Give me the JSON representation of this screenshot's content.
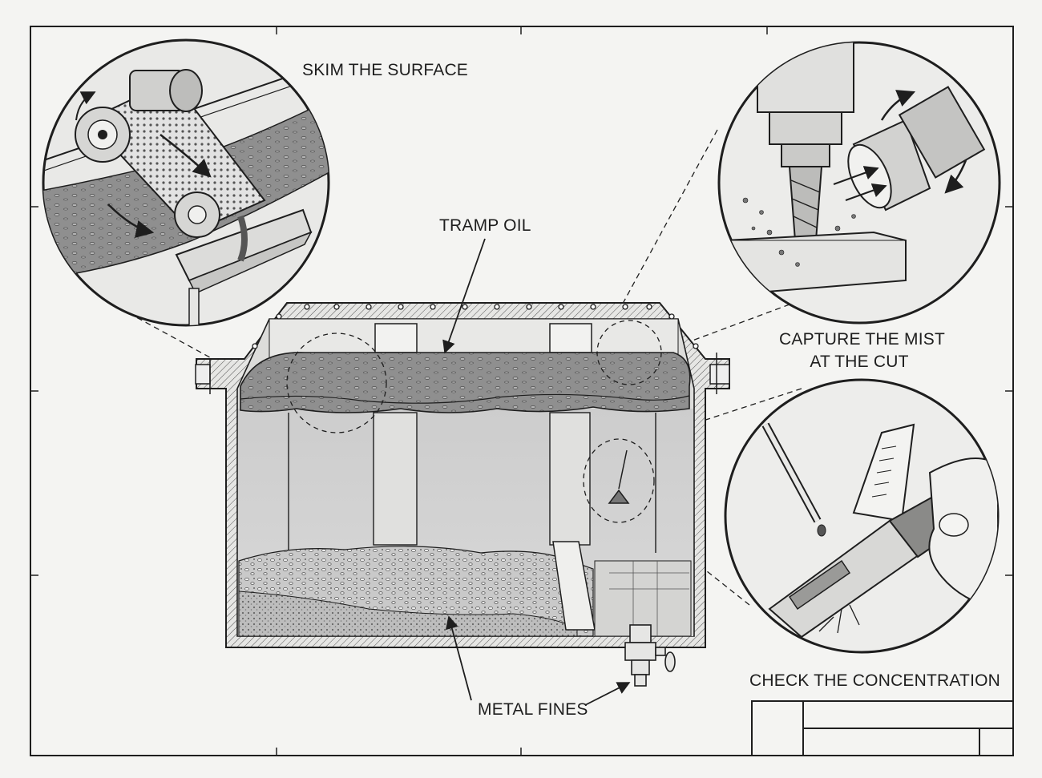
{
  "labels": {
    "skim_surface": "SKIM THE SURFACE",
    "tramp_oil": "TRAMP OIL",
    "capture_mist_line1": "CAPTURE THE MIST",
    "capture_mist_line2": "AT THE CUT",
    "check_concentration": "CHECK THE CONCENTRATION",
    "metal_fines": "METAL FINES"
  },
  "callouts": [
    "skimmer-belt-detail",
    "mist-collector-detail",
    "refractometer-detail"
  ],
  "title_block": {
    "text": ""
  },
  "colors": {
    "paper": "#f4f4f2",
    "ink": "#1e1e1e",
    "coolant": "#cfcfcf",
    "tramp_oil": "#8c8c8c",
    "fines": "#b0b0b0"
  }
}
